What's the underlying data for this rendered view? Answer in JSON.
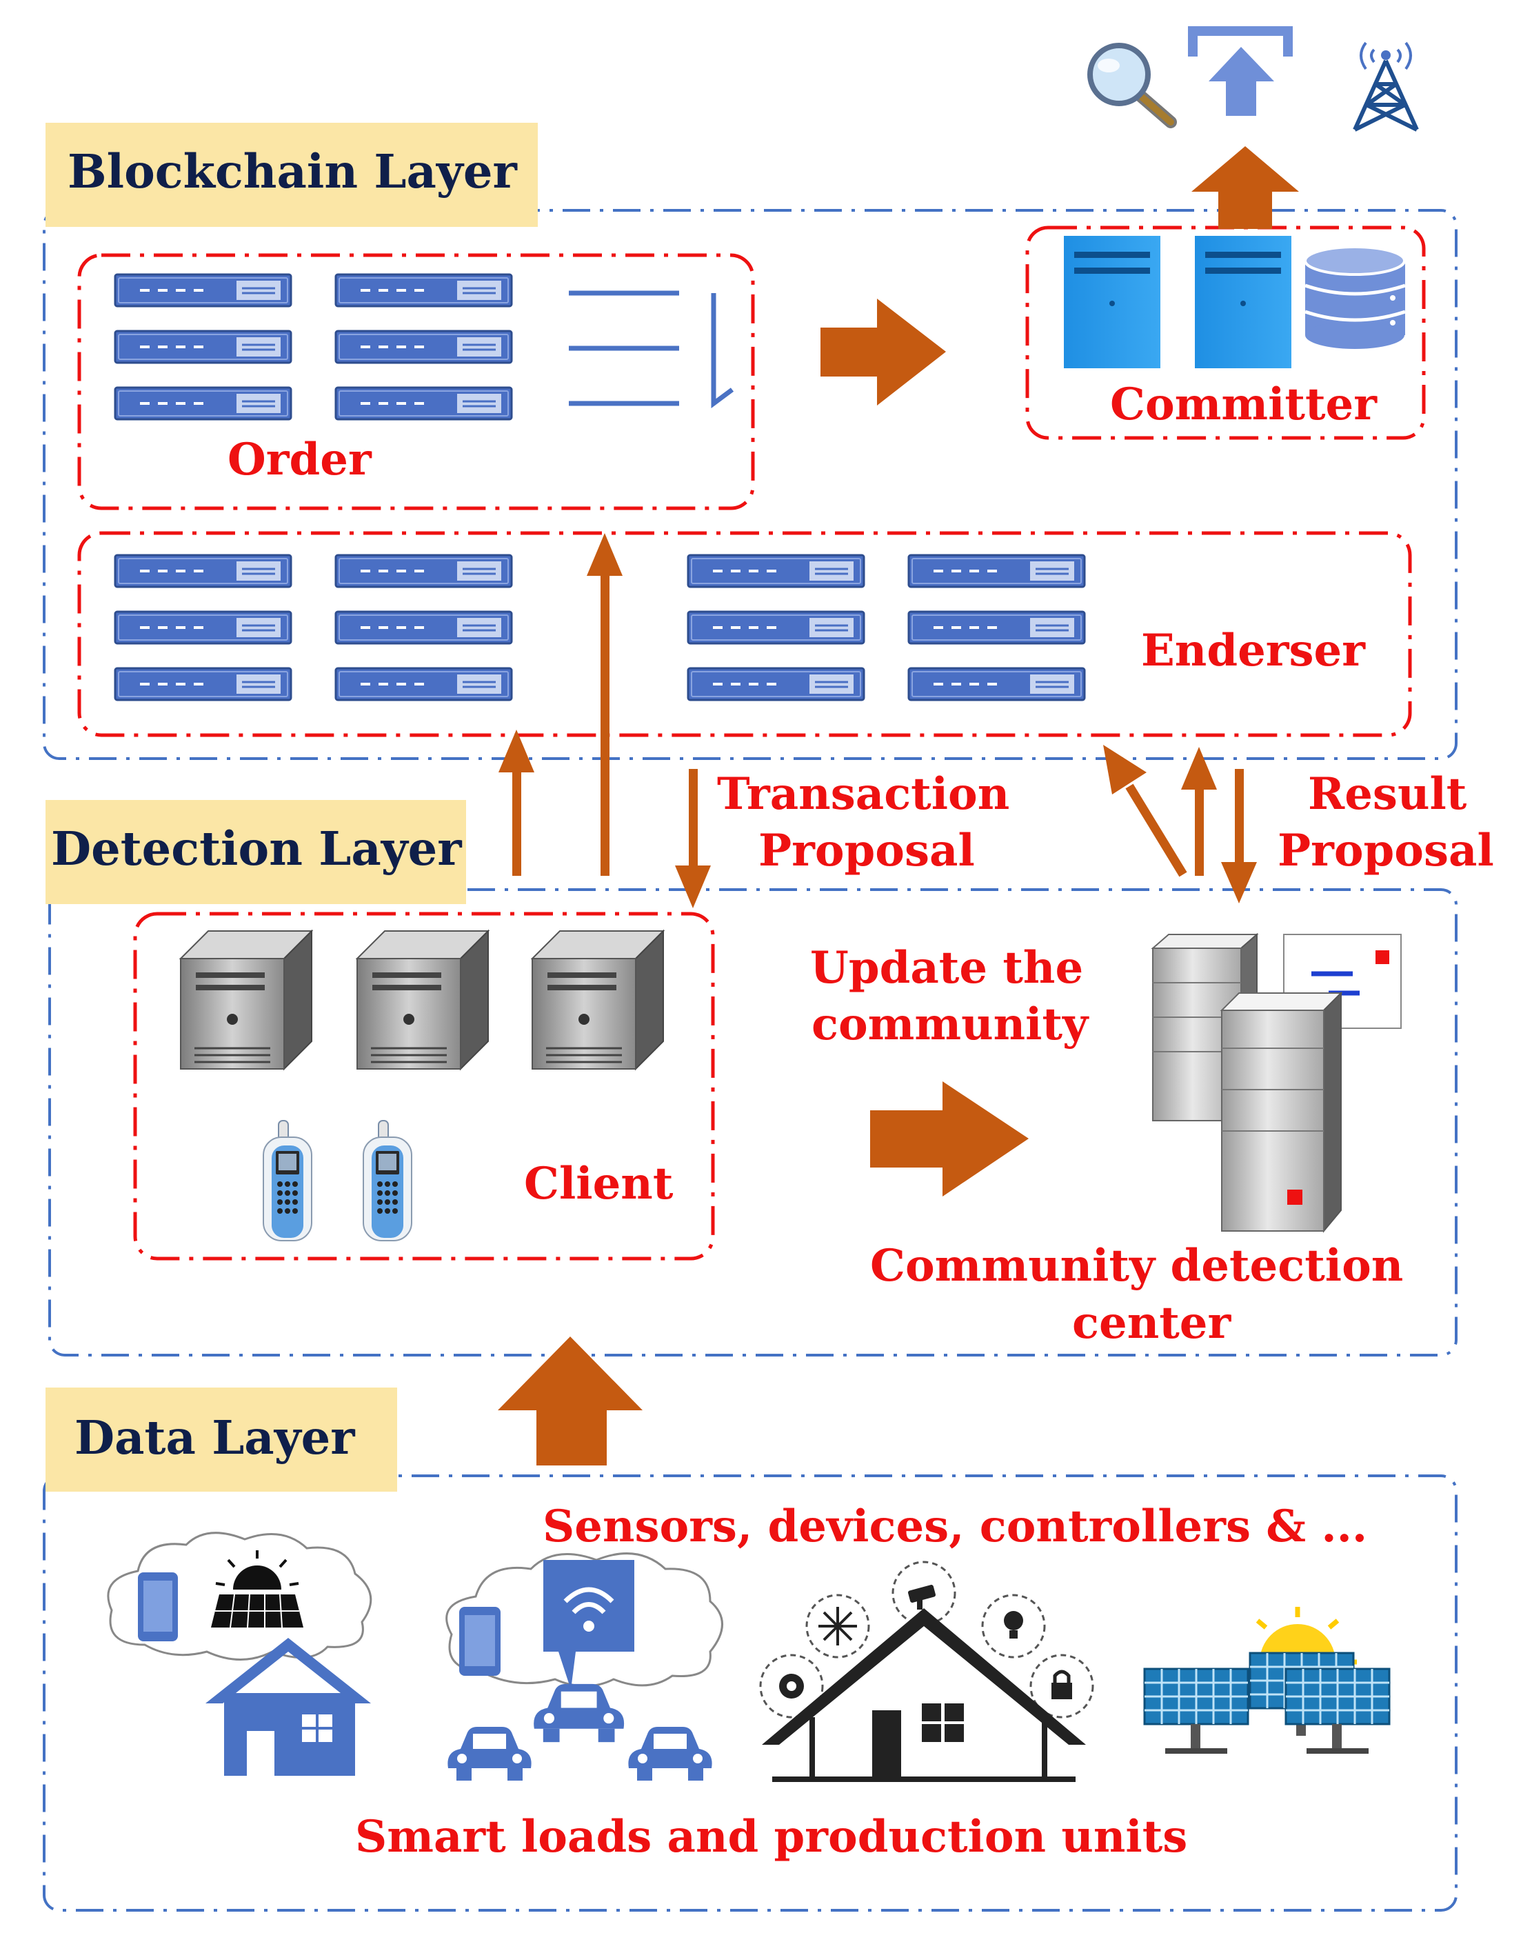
{
  "layers": {
    "blockchain": "Blockchain Layer",
    "detection": "Detection Layer",
    "data": "Data Layer"
  },
  "nodes": {
    "order": "Order",
    "committer": "Committer",
    "enderser": "Enderser",
    "client": "Client",
    "community_center_line1": "Community detection",
    "community_center_line2": "center"
  },
  "annotations": {
    "transaction_line1": "Transaction",
    "transaction_line2": "Proposal",
    "result_line1": "Result",
    "result_line2": "Proposal",
    "update_line1": "Update the",
    "update_line2": "community",
    "sensors": "Sensors, devices, controllers & ...",
    "smart_loads": "Smart loads and production units"
  },
  "top_icons": [
    "magnifier-icon",
    "upload-icon",
    "antenna-tower-icon"
  ],
  "colors": {
    "title_band": "#fbe6a6",
    "title_text": "#0f1f4a",
    "accent_red": "#ee1111",
    "arrow_brown": "#c55a11",
    "layer_border": "#4472c4",
    "server_blue": "#4a6fc4",
    "icon_blue": "#4a72c4"
  }
}
